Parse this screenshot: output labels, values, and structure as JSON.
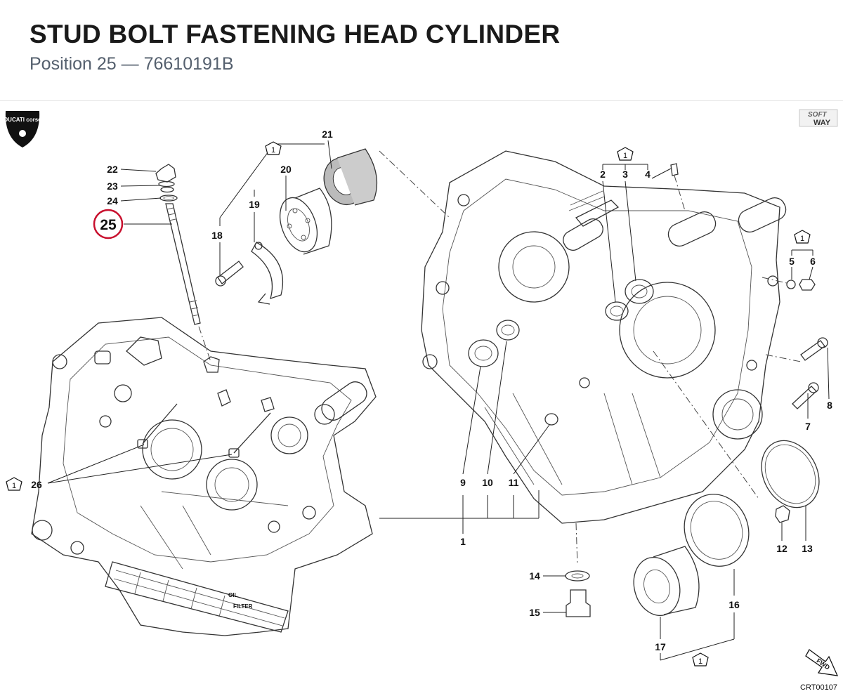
{
  "header": {
    "title": "STUD BOLT FASTENING HEAD CYLINDER",
    "subtitle": "Position 25 — 76610191B"
  },
  "logos": {
    "ducati": "DUCATI corse",
    "soft": "SOFT",
    "way": "WAY"
  },
  "highlight": {
    "position": "25",
    "color": "#c8102e"
  },
  "callouts": [
    {
      "id": "c1",
      "label": "1"
    },
    {
      "id": "c2",
      "label": "2"
    },
    {
      "id": "c3",
      "label": "3"
    },
    {
      "id": "c4",
      "label": "4"
    },
    {
      "id": "c5",
      "label": "5"
    },
    {
      "id": "c6",
      "label": "6"
    },
    {
      "id": "c7",
      "label": "7"
    },
    {
      "id": "c8",
      "label": "8"
    },
    {
      "id": "c9",
      "label": "9"
    },
    {
      "id": "c10",
      "label": "10"
    },
    {
      "id": "c11",
      "label": "11"
    },
    {
      "id": "c12",
      "label": "12"
    },
    {
      "id": "c13",
      "label": "13"
    },
    {
      "id": "c14",
      "label": "14"
    },
    {
      "id": "c15",
      "label": "15"
    },
    {
      "id": "c16",
      "label": "16"
    },
    {
      "id": "c17",
      "label": "17"
    },
    {
      "id": "c18",
      "label": "18"
    },
    {
      "id": "c19",
      "label": "19"
    },
    {
      "id": "c20",
      "label": "20"
    },
    {
      "id": "c21",
      "label": "21"
    },
    {
      "id": "c22",
      "label": "22"
    },
    {
      "id": "c23",
      "label": "23"
    },
    {
      "id": "c24",
      "label": "24"
    },
    {
      "id": "c26",
      "label": "26"
    }
  ],
  "kit_marker": "1",
  "part_text": {
    "oil": "OIL",
    "filter": "FILTER",
    "fwd": "FWD"
  },
  "drawing_code": "CRT00107",
  "colors": {
    "title": "#1a1a1a",
    "subtitle": "#55606e",
    "highlight": "#c8102e",
    "line": "#333333"
  }
}
